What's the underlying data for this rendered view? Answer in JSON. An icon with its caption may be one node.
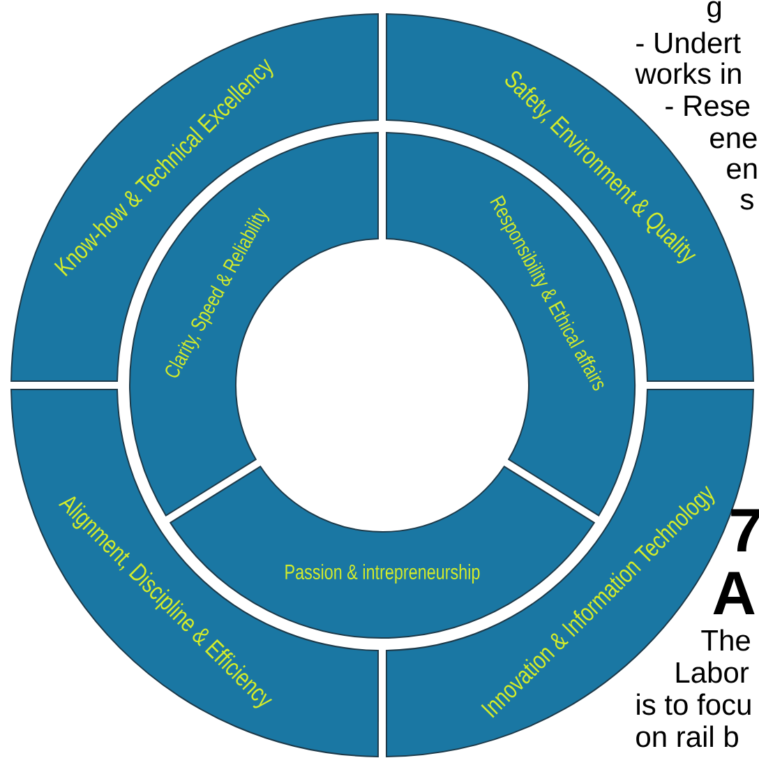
{
  "diagram": {
    "nodes": [
      {
        "text": [
          "Know-how & Technical Excellency"
        ]
      },
      {
        "text": [
          "Safety, Environment & Quality"
        ]
      },
      {
        "text": [
          "Clarity,  Speed & Reliability"
        ]
      },
      {
        "text": [
          "Responsibility & Ethical affairs"
        ]
      },
      {
        "text": [
          "Passion & intrepreneurship"
        ]
      },
      {
        "text": [
          "Alignment, Discipline & Efficiency"
        ]
      },
      {
        "text": [
          "Innovation & Information Technology"
        ]
      }
    ],
    "labels": [
      "g",
      "- Undert",
      "works in",
      "- Rese",
      "ene",
      "en",
      "s",
      "7",
      "A",
      "The",
      "Labor",
      "is to focu",
      "on rail b"
    ]
  }
}
